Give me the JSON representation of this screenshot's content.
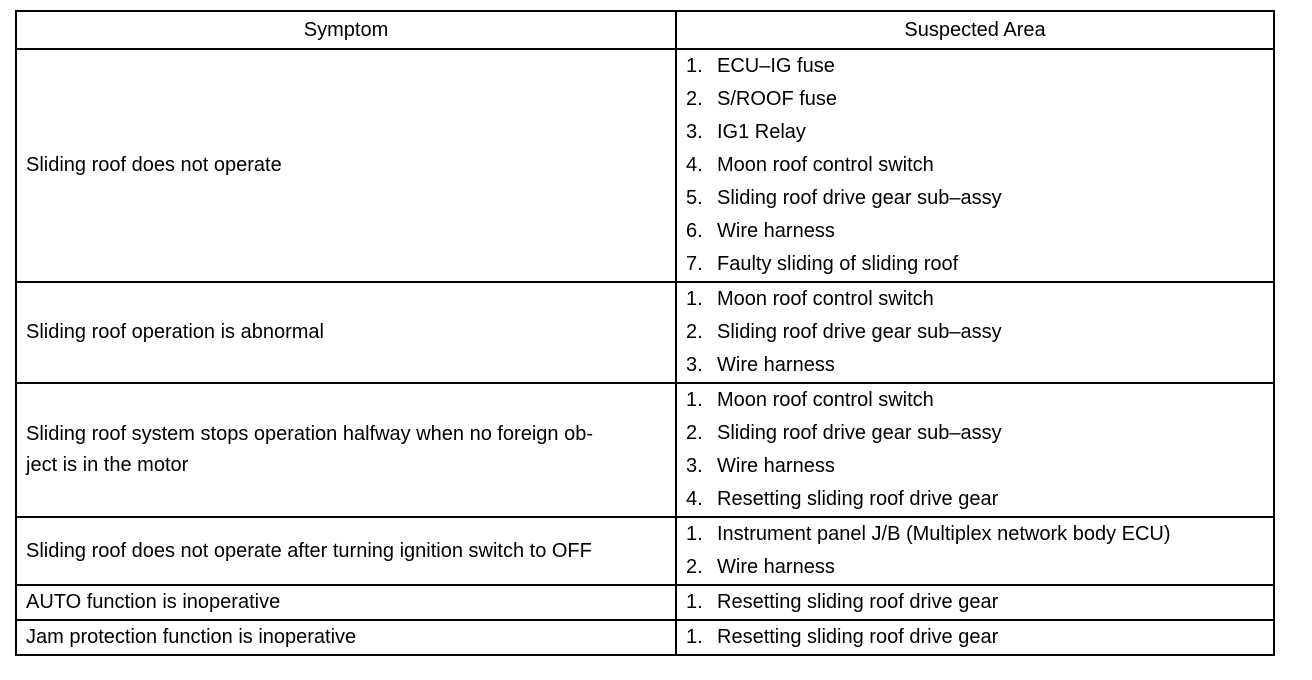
{
  "table": {
    "headers": {
      "symptom": "Symptom",
      "suspected_area": "Suspected Area"
    },
    "rows": [
      {
        "symptom": "Sliding roof does not operate",
        "areas": [
          {
            "num": "1.",
            "text": "ECU–IG fuse"
          },
          {
            "num": "2.",
            "text": "S/ROOF fuse"
          },
          {
            "num": "3.",
            "text": "IG1 Relay"
          },
          {
            "num": "4.",
            "text": "Moon roof control switch"
          },
          {
            "num": "5.",
            "text": "Sliding roof drive gear sub–assy"
          },
          {
            "num": "6.",
            "text": "Wire harness"
          },
          {
            "num": "7.",
            "text": "Faulty sliding of sliding roof"
          }
        ]
      },
      {
        "symptom": "Sliding roof operation is abnormal",
        "areas": [
          {
            "num": "1.",
            "text": "Moon roof control switch"
          },
          {
            "num": "2.",
            "text": "Sliding roof drive gear sub–assy"
          },
          {
            "num": "3.",
            "text": "Wire harness"
          }
        ]
      },
      {
        "symptom": "Sliding roof system stops operation halfway when no foreign ob-\nject is in the motor",
        "areas": [
          {
            "num": "1.",
            "text": "Moon roof control switch"
          },
          {
            "num": "2.",
            "text": "Sliding roof drive gear sub–assy"
          },
          {
            "num": "3.",
            "text": "Wire harness"
          },
          {
            "num": "4.",
            "text": "Resetting sliding roof drive gear"
          }
        ]
      },
      {
        "symptom": "Sliding roof does not operate after turning ignition switch to OFF",
        "areas": [
          {
            "num": "1.",
            "text": "Instrument panel J/B (Multiplex network body ECU)"
          },
          {
            "num": "2.",
            "text": "Wire harness"
          }
        ]
      },
      {
        "symptom": "AUTO function is inoperative",
        "areas": [
          {
            "num": "1.",
            "text": "Resetting sliding roof drive gear"
          }
        ]
      },
      {
        "symptom": "Jam protection function is inoperative",
        "areas": [
          {
            "num": "1.",
            "text": "Resetting sliding roof drive gear"
          }
        ]
      }
    ]
  }
}
